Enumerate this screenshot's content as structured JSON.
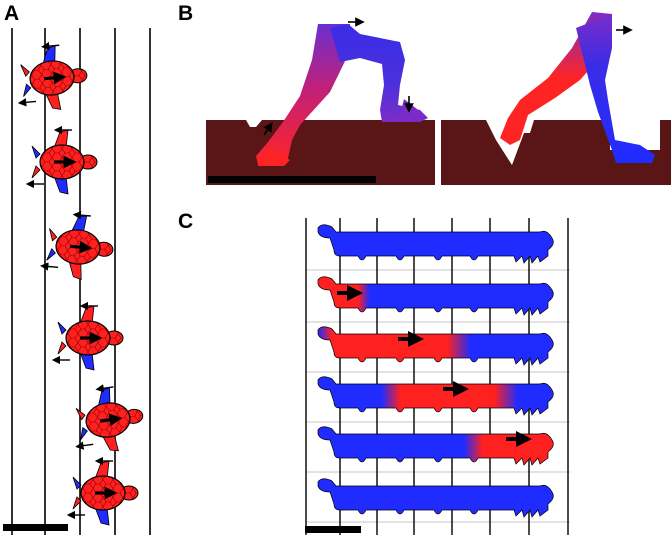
{
  "panels": {
    "a": {
      "label": "A",
      "turtle_count": 6
    },
    "b": {
      "label": "B"
    },
    "c": {
      "label": "C",
      "caterpillar_count": 6
    }
  },
  "colors": {
    "contraction": "#ff2020",
    "relaxation": "#1f2bff",
    "transition": "#7b2cc8",
    "ground": "#5a1616",
    "outline": "#000000",
    "grid": "#000000",
    "gridlight": "#bbbbbb"
  },
  "icons": {
    "direction": "arrow-icon",
    "scale": "scale-bar"
  }
}
